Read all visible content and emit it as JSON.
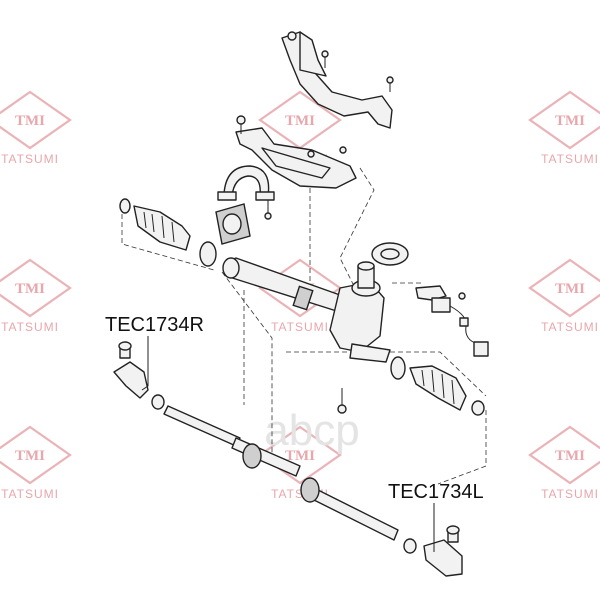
{
  "watermark": {
    "brand": "TMI",
    "name": "TATSUMI",
    "center": "аbcp",
    "color": "#e7a7ac"
  },
  "labels": {
    "right_tie_rod_end": "TEC1734R",
    "left_tie_rod_end": "TEC1734L"
  }
}
